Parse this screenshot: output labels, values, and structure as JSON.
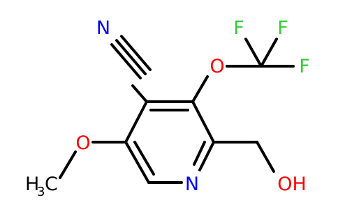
{
  "atoms": {
    "N_nitrile": "N",
    "O_trifluoromethoxy": "O",
    "F_top_left": "F",
    "F_top_right": "F",
    "F_right": "F",
    "O_methoxy": "O",
    "CH3": "H",
    "CH3_sub": "3",
    "CH3_C": "C",
    "N_ring": "N",
    "OH": "OH"
  },
  "colors": {
    "carbon": "#000000",
    "nitrogen": "#0000ff",
    "oxygen": "#ff0000",
    "fluorine": "#33cc33"
  }
}
